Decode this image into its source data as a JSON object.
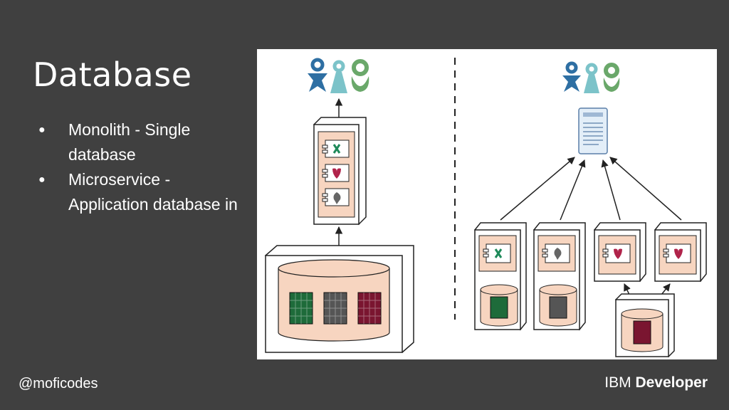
{
  "slide": {
    "title": "Database",
    "bullets": [
      "Monolith - Single database",
      "Microservice - Application database in"
    ]
  },
  "footer": {
    "handle": "@moficodes",
    "brand_primary": "IBM",
    "brand_secondary": "Developer"
  },
  "colors": {
    "background": "#404040",
    "diagram_bg": "#ffffff",
    "peach": "#f7d5c0",
    "grid_green": "#1e6b3a",
    "grid_gray": "#555555",
    "grid_red": "#7a1530",
    "user_blue": "#2e6fa3",
    "user_teal": "#7cc3c9",
    "user_green": "#6aa86a",
    "heart_red": "#b0234a"
  }
}
